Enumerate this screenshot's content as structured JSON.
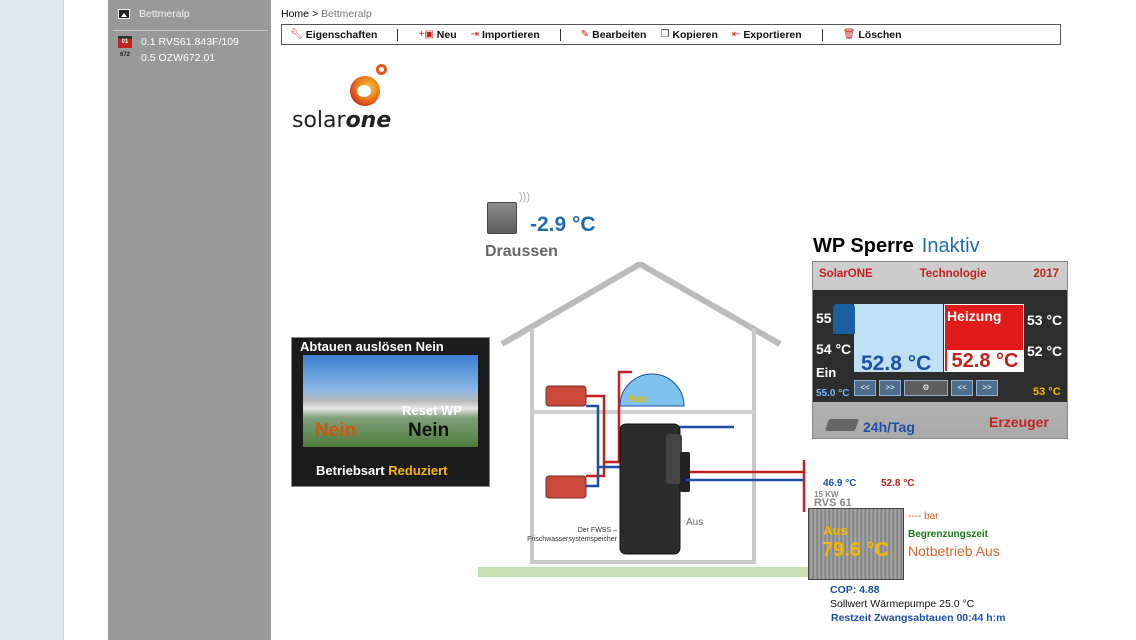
{
  "sidebar": {
    "root_label": "Bettmeralp",
    "items": [
      {
        "label": "0.1 RVS61.843F/109",
        "icon_text": "01"
      },
      {
        "label": "0.5 OZW672.01",
        "icon_text": "672"
      }
    ]
  },
  "breadcrumb": {
    "home": "Home",
    "sep": ">",
    "current": "Bettmeralp"
  },
  "toolbar": {
    "eigenschaften": "Eigenschaften",
    "neu": "Neu",
    "importieren": "Importieren",
    "bearbeiten": "Bearbeiten",
    "kopieren": "Kopieren",
    "exportieren": "Exportieren",
    "loeschen": "Löschen"
  },
  "logo": {
    "text_light": "solar",
    "text_bold": "one"
  },
  "outdoor": {
    "temp": "-2.9 °C",
    "label": "Draussen"
  },
  "defrost": {
    "title": "Abtauen auslösen  Nein",
    "reset_label": "Reset WP",
    "nein_left": "Nein",
    "nein_right": "Nein",
    "mode_label": "Betriebsart",
    "mode_value": "Reduziert"
  },
  "wp_sperre": {
    "label": "WP Sperre",
    "status": "Inaktiv"
  },
  "panel": {
    "brand": "SolarONE",
    "tech": "Technologie",
    "year": "2017",
    "left_top": "55 °C",
    "left_mid": "54 °C",
    "right_top": "53 °C",
    "right_mid": "52 °C",
    "water_temp": "52.8 °C",
    "heating_label": "Heizung",
    "heating_temp": "52.8 °C",
    "ein": "Ein",
    "low_left": "55.0 °C",
    "low_right": "53 °C",
    "rate": "24h/Tag",
    "producer": "Erzeuger",
    "buttons": [
      "<<",
      ">>",
      "⚙",
      "<<",
      ">>"
    ]
  },
  "system": {
    "tub_status": "Aus",
    "storage_status": "Aus",
    "fwss_label": "Der FWSS – Frischwassersystemspeicher",
    "supply_blue": "46.9 °C",
    "supply_red": "52.8 °C",
    "hp_model_line1": "15 KW",
    "hp_model_line2": "RVS 61",
    "hp_status": "Aus",
    "hp_temp": "79.6 °C",
    "bar": "---- bar",
    "limit": "Begrenzungszeit",
    "emergency": "Notbetrieb",
    "emergency_state": "Aus",
    "cop": "COP: 4.88",
    "setpoint": "Sollwert Wärmepumpe  25.0 °C",
    "rest_defrost": "Restzeit Zwangsabtauen  00:44 h:m"
  },
  "colors": {
    "accent_blue": "#1f6db0",
    "accent_red": "#c0221e",
    "accent_yellow": "#f5b800",
    "sidebar_bg": "#999999"
  }
}
